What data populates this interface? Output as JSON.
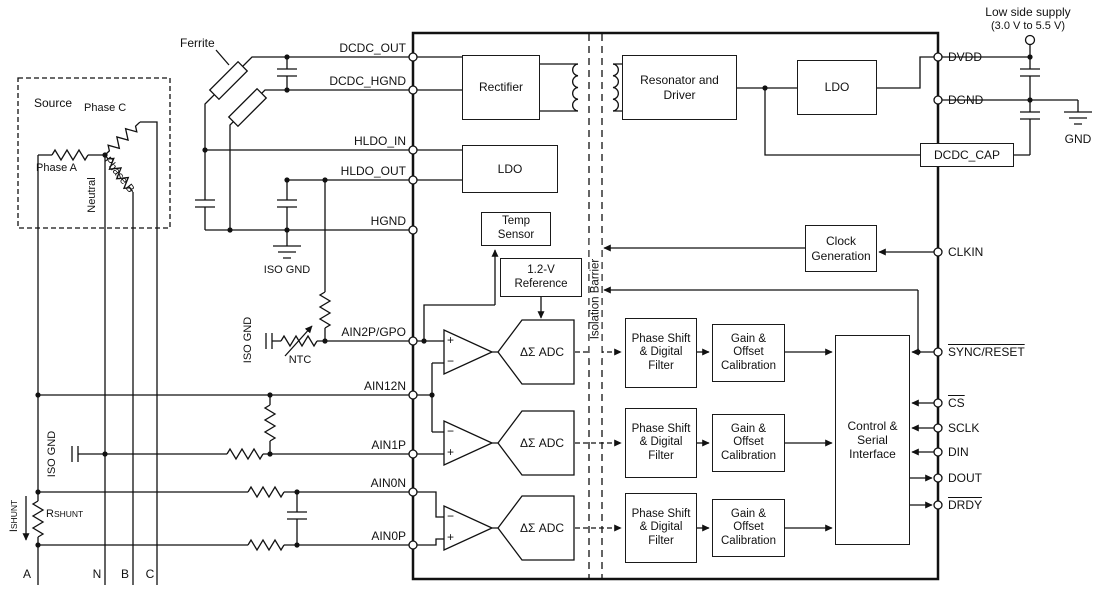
{
  "supply": {
    "title": "Low side supply",
    "range": "(3.0 V to 5.5 V)",
    "gnd": "GND"
  },
  "left": {
    "ferrite": "Ferrite",
    "source": "Source",
    "phase_a": "Phase A",
    "phase_b": "Phase B",
    "phase_c": "Phase C",
    "neutral": "Neutral",
    "iso_gnd_labels": [
      "ISO GND",
      "ISO GND",
      "ISO GND"
    ],
    "ntc": "NTC",
    "i": "I",
    "r": "R",
    "shunt_sub": "SHUNT",
    "bottom_labels": [
      "A",
      "N",
      "B",
      "C"
    ]
  },
  "chip": {
    "left_pins": [
      "DCDC_OUT",
      "DCDC_HGND",
      "HLDO_IN",
      "HLDO_OUT",
      "HGND",
      "AIN2P/GPO",
      "AIN12N",
      "AIN1P",
      "AIN0N",
      "AIN0P"
    ],
    "right_pins": [
      "DVDD",
      "DGND",
      "DCDC_CAP",
      "CLKIN",
      "SYNC/RESET",
      "CS",
      "SCLK",
      "DIN",
      "DOUT",
      "DRDY"
    ],
    "blocks": {
      "rectifier": "Rectifier",
      "hldo": "LDO",
      "temp": "Temp Sensor",
      "ref": "1.2-V Reference",
      "adc_labels": [
        "ΔΣ ADC",
        "ΔΣ ADC",
        "ΔΣ ADC"
      ],
      "barrier": "Isolation Barrier",
      "resonator": "Resonator and Driver",
      "ldo": "LDO",
      "clock": "Clock Generation",
      "filter_labels": [
        "Phase Shift & Digital Filter",
        "Phase Shift & Digital Filter",
        "Phase Shift & Digital Filter"
      ],
      "calib_labels": [
        "Gain & Offset Calibration",
        "Gain & Offset Calibration",
        "Gain & Offset Calibration"
      ],
      "control": "Control & Serial Interface"
    },
    "plus": "+",
    "minus": "−"
  }
}
